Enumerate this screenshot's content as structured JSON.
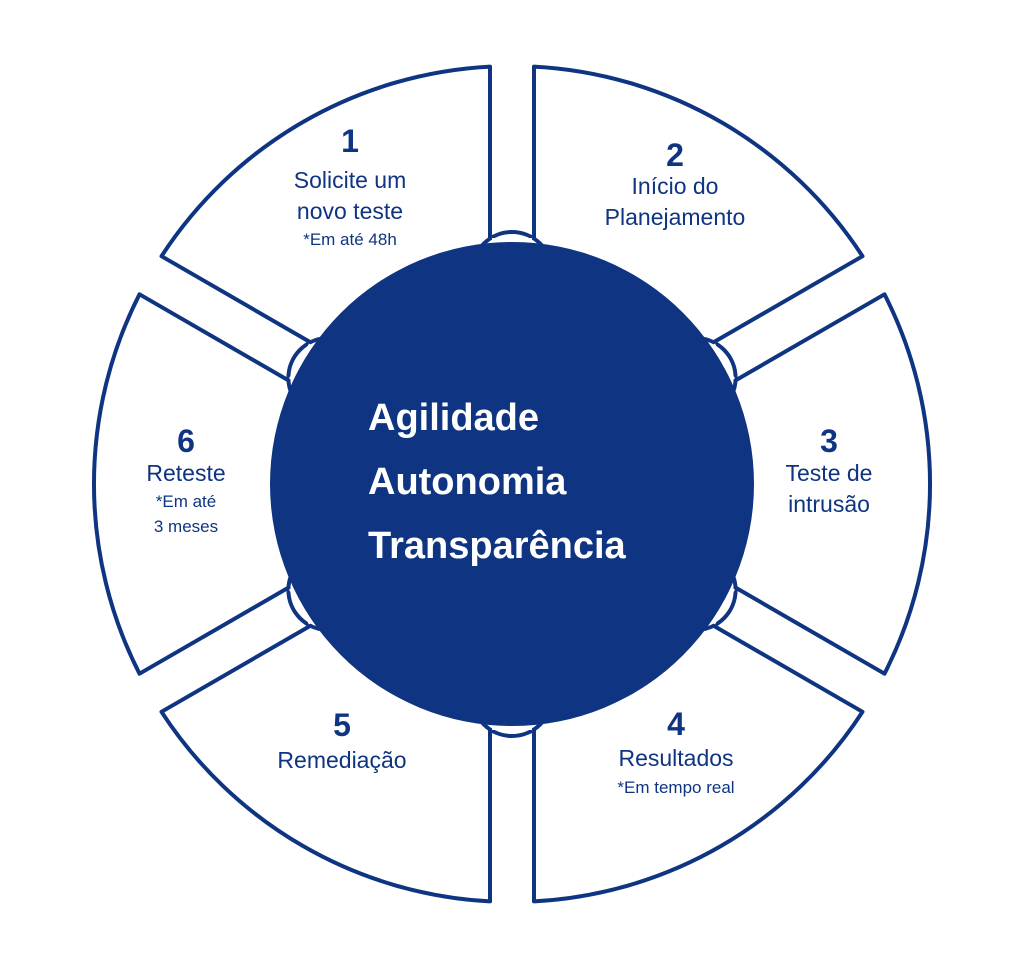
{
  "colors": {
    "primary": "#0e3482",
    "background": "#ffffff"
  },
  "center": {
    "lines": [
      "Agilidade",
      "Autonomia",
      "Transparência"
    ]
  },
  "steps": [
    {
      "number": "1",
      "label": [
        "Solicite um",
        "novo teste"
      ],
      "note": [
        "*Em até 48h"
      ]
    },
    {
      "number": "2",
      "label": [
        "Início do",
        "Planejamento"
      ],
      "note": []
    },
    {
      "number": "3",
      "label": [
        "Teste de",
        "intrusão"
      ],
      "note": []
    },
    {
      "number": "4",
      "label": [
        "Resultados"
      ],
      "note": [
        "*Em tempo real"
      ]
    },
    {
      "number": "5",
      "label": [
        "Remediação"
      ],
      "note": []
    },
    {
      "number": "6",
      "label": [
        "Reteste"
      ],
      "note": [
        "*Em até",
        "3 meses"
      ]
    }
  ],
  "connector_icons": [
    "chevron-right-icon",
    "chevron-down-icon",
    "chevron-down-icon",
    "chevron-left-icon",
    "chevron-up-icon",
    "chevron-up-icon"
  ]
}
